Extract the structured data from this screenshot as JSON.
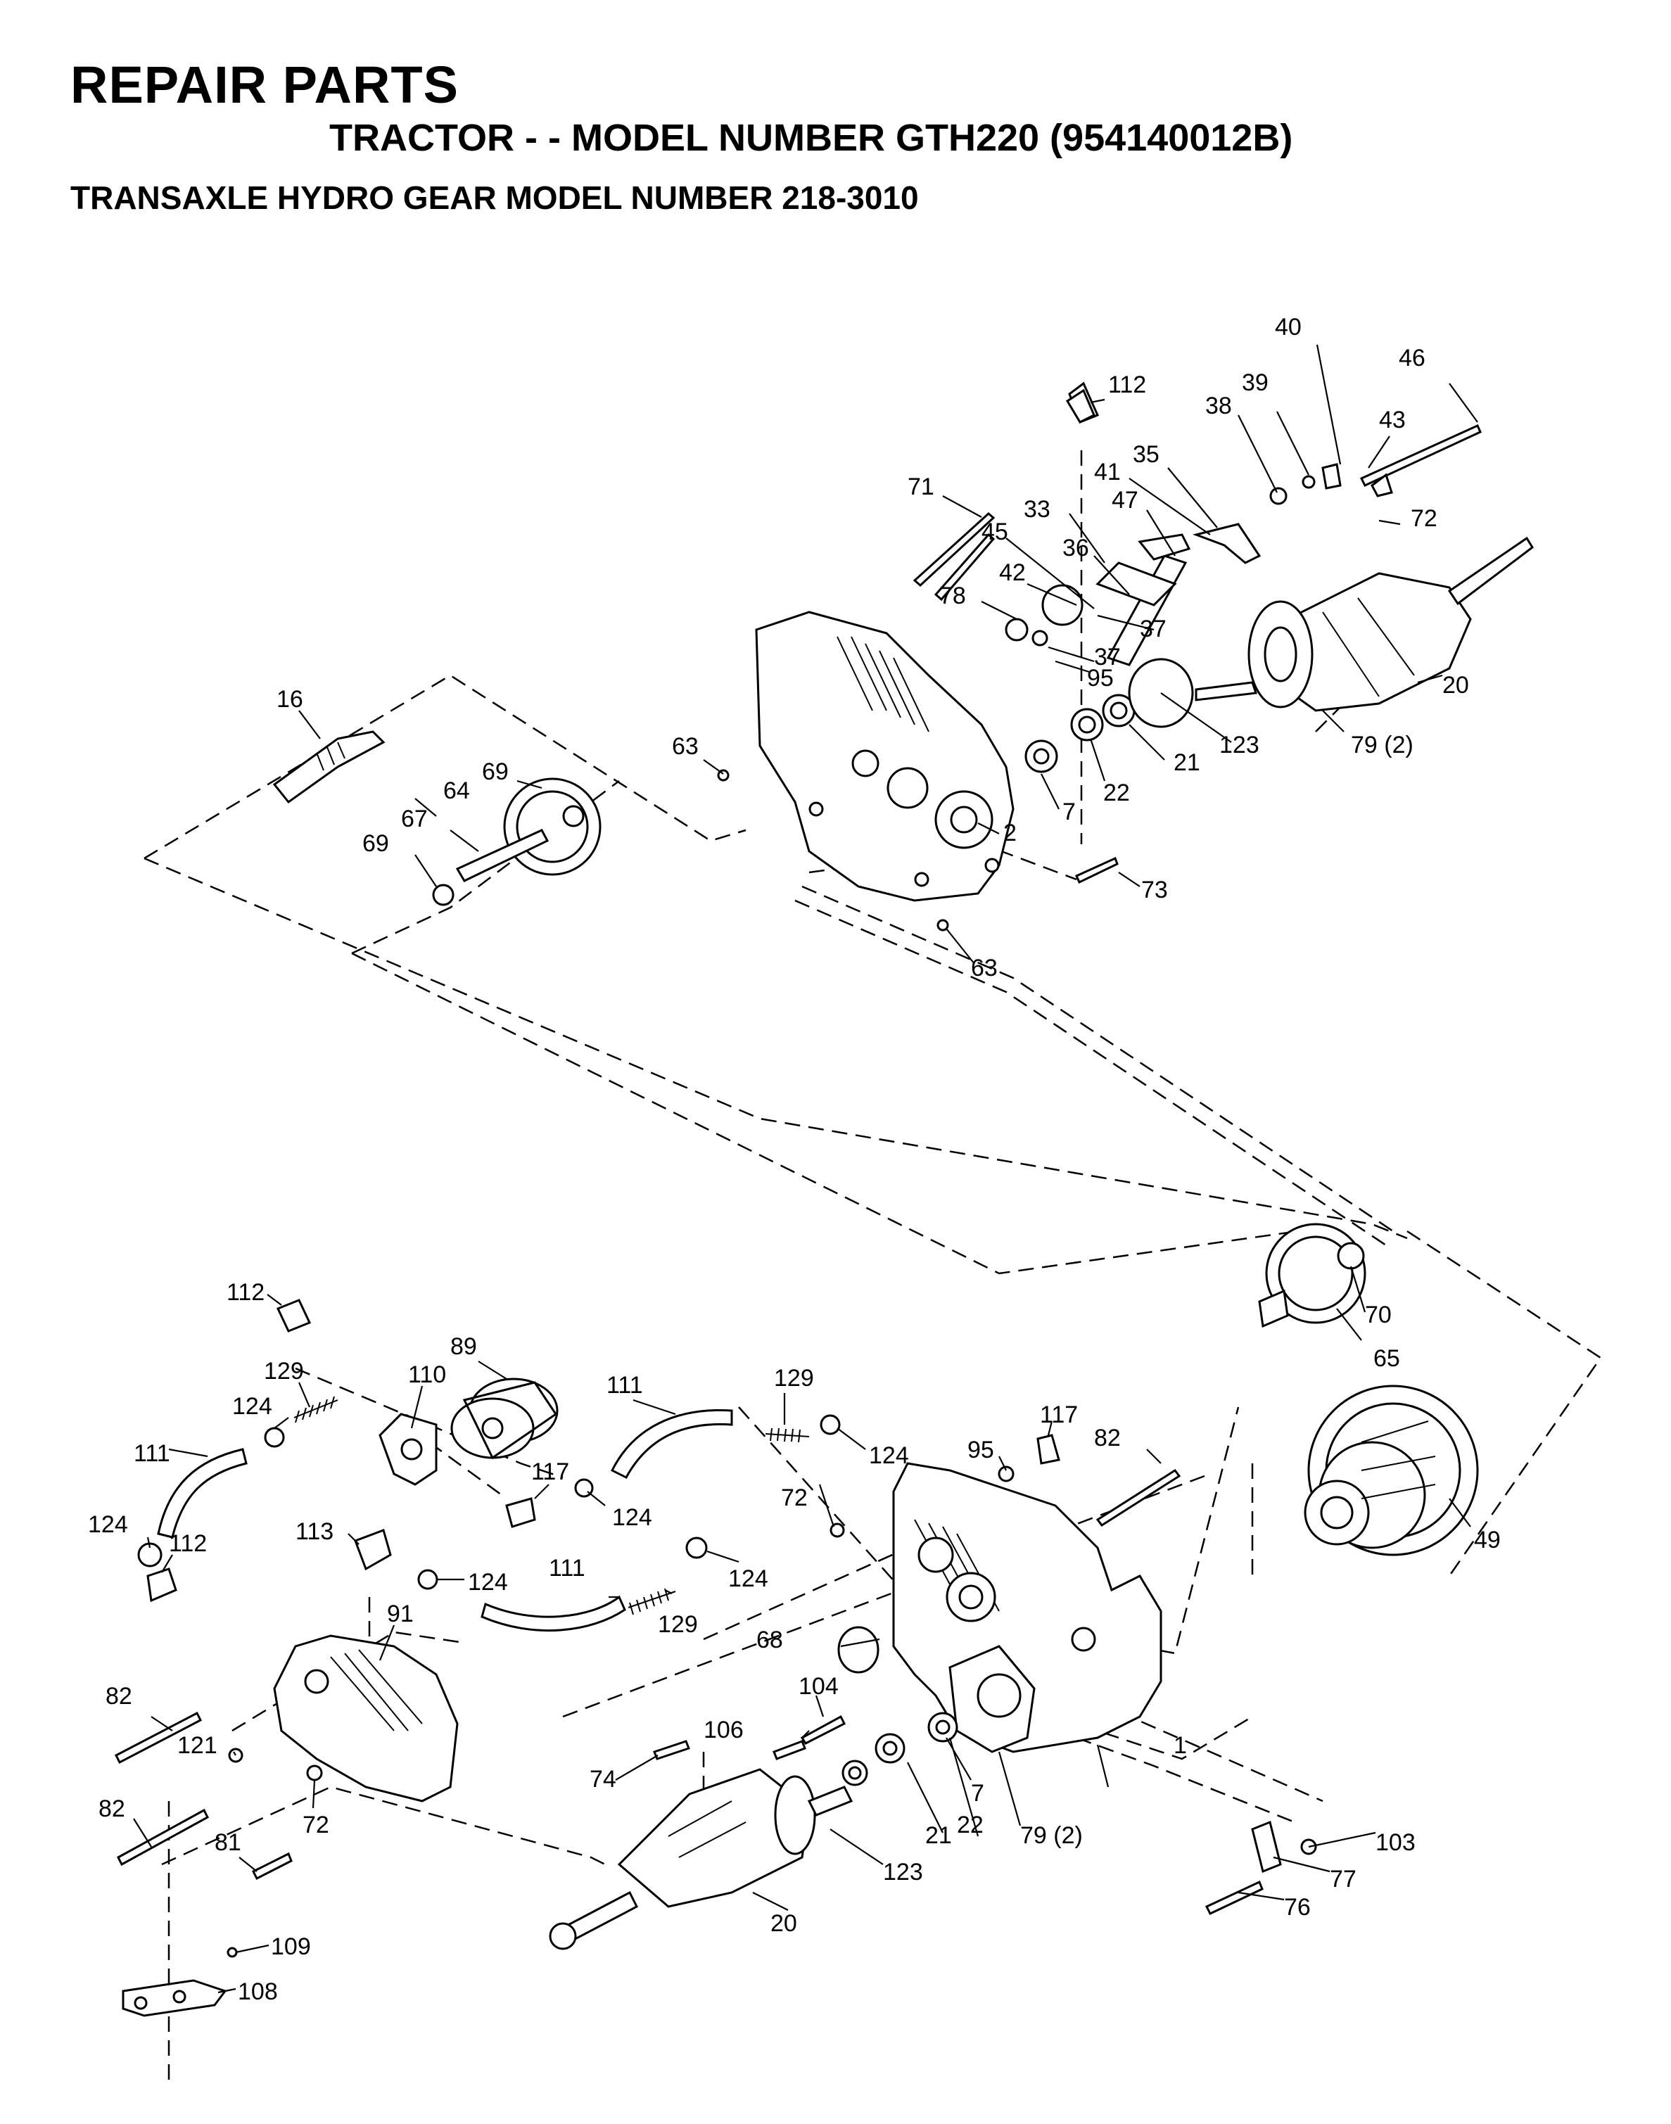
{
  "header": {
    "title": "REPAIR PARTS",
    "subtitle": "TRACTOR - - MODEL NUMBER GTH220 (954140012B)",
    "subtitle2": "TRANSAXLE HYDRO GEAR MODEL NUMBER 218-3010"
  },
  "callouts": {
    "c112a": "112",
    "c40": "40",
    "c46": "46",
    "c39": "39",
    "c38": "38",
    "c43": "43",
    "c35": "35",
    "c41": "41",
    "c71": "71",
    "c33": "33",
    "c47": "47",
    "c72a": "72",
    "c45": "45",
    "c36": "36",
    "c42": "42",
    "c78": "78",
    "c37a": "37",
    "c37b": "37",
    "c95a": "95",
    "c16": "16",
    "c20a": "20",
    "c63a": "63",
    "c69a": "69",
    "c64": "64",
    "c67": "67",
    "c69b": "69",
    "c21a": "21",
    "c123a": "123",
    "c79a": "79 (2)",
    "c22a": "22",
    "c7a": "7",
    "c2": "2",
    "c73": "73",
    "c63b": "63",
    "c70": "70",
    "c65": "65",
    "c112b": "112",
    "c89": "89",
    "c129a": "129",
    "c110": "110",
    "c111a": "111",
    "c129b": "129",
    "c117a": "117",
    "c124a": "124",
    "c111b": "111",
    "c124b": "124",
    "c95b": "95",
    "c82a": "82",
    "c117b": "117",
    "c124c": "124",
    "c72b": "72",
    "c49": "49",
    "c124d": "124",
    "c112c": "112",
    "c113": "113",
    "c124e": "124",
    "c124f": "124",
    "c111c": "111",
    "c129c": "129",
    "c91": "91",
    "c68": "68",
    "c82b": "82",
    "c104": "104",
    "c106": "106",
    "c121": "121",
    "c74": "74",
    "c7b": "7",
    "c82c": "82",
    "c72c": "72",
    "c21b": "21",
    "c22b": "22",
    "c79b": "79 (2)",
    "c1": "1",
    "c103": "103",
    "c81": "81",
    "c123b": "123",
    "c77": "77",
    "c20b": "20",
    "c76": "76",
    "c109": "109",
    "c108": "108"
  }
}
